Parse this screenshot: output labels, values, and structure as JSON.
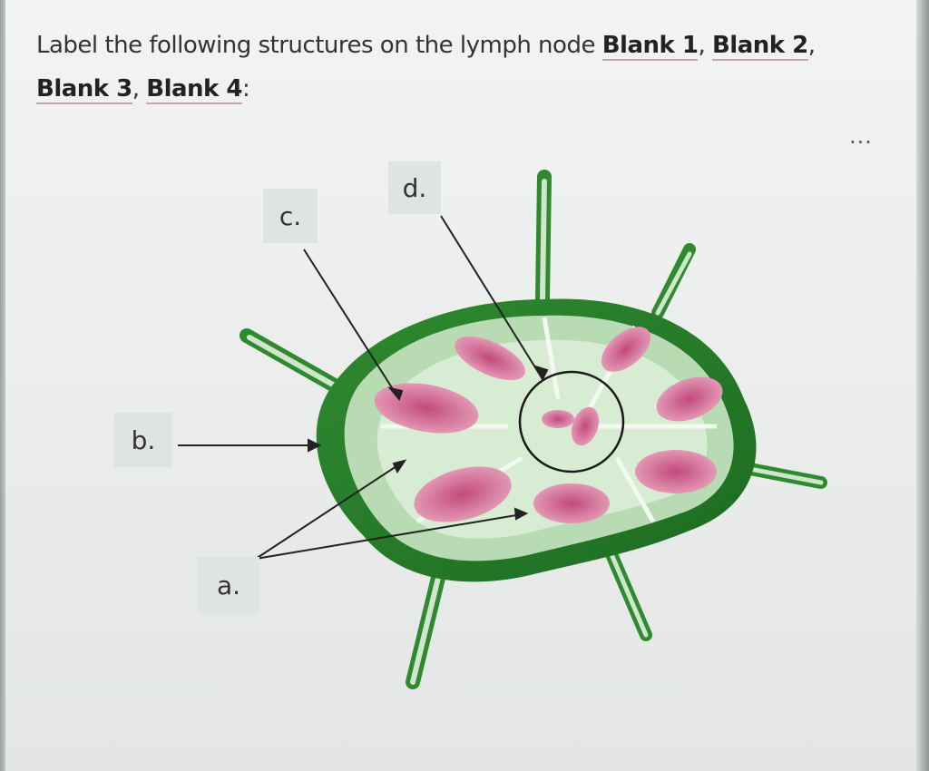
{
  "question": {
    "prefix": "Label the following structures on the lymph node ",
    "blanks": [
      "Blank 1",
      "Blank 2",
      "Blank 3",
      "Blank 4"
    ],
    "separator": ", ",
    "suffix": ":"
  },
  "more_menu": "...",
  "labels": {
    "a": "a.",
    "b": "b.",
    "c": "c.",
    "d": "d."
  }
}
